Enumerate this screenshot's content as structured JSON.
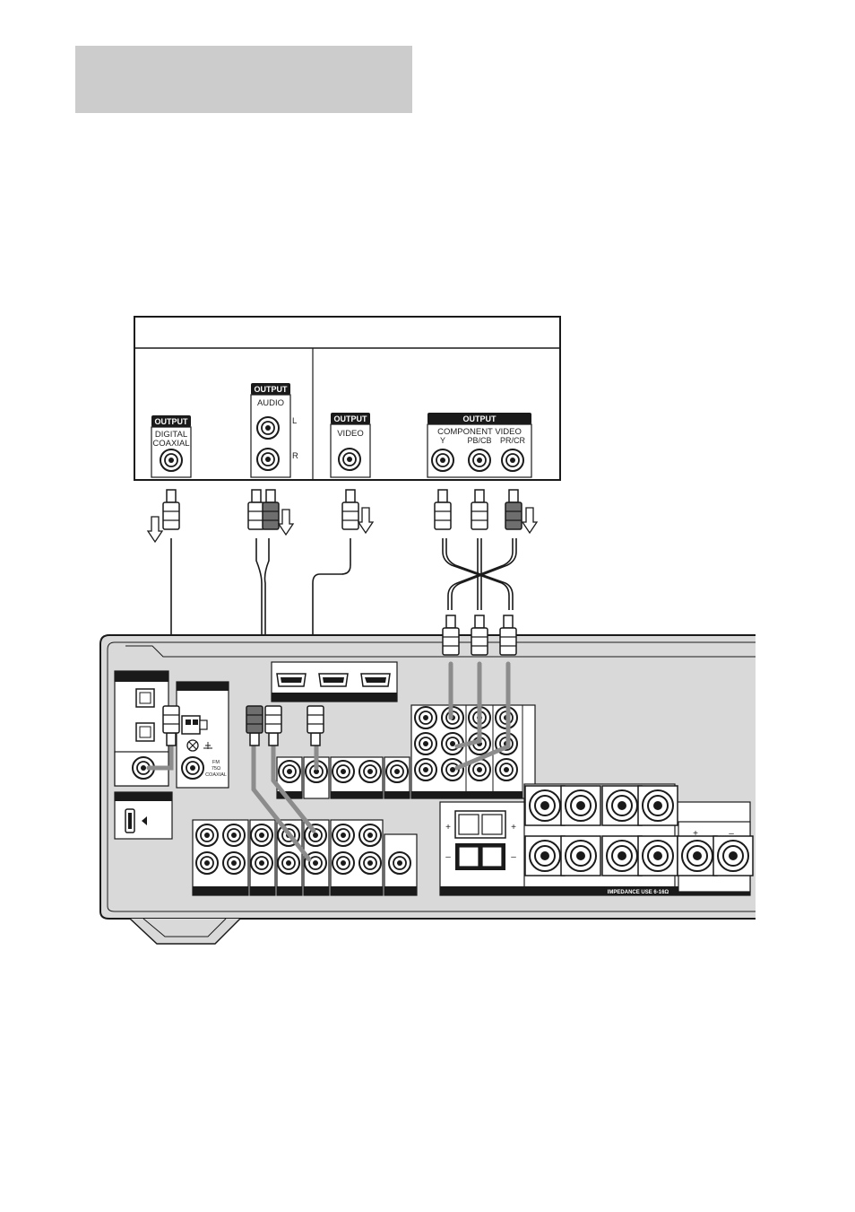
{
  "player": {
    "digital": {
      "tag": "OUTPUT",
      "line1": "DIGITAL",
      "line2": "COAXIAL"
    },
    "audio": {
      "tag": "OUTPUT",
      "label": "AUDIO",
      "left": "L",
      "right": "R"
    },
    "video": {
      "tag": "OUTPUT",
      "label": "VIDEO"
    },
    "component": {
      "tag": "OUTPUT",
      "title": "COMPONENT VIDEO",
      "y": "Y",
      "pb": "PB/CB",
      "pr": "PR/CR"
    }
  },
  "receiver": {
    "fm": {
      "line1": "FM",
      "line2": "75Ω",
      "line3": "COAXIAL"
    },
    "impedance": "IMPEDANCE USE 6-16Ω",
    "plus": "+",
    "minus": "–"
  },
  "colors": {
    "header_band": "#cccccc",
    "cable": "#9a9a9a",
    "panel": "#d9d9d9",
    "dark": "#1a1a1a"
  }
}
